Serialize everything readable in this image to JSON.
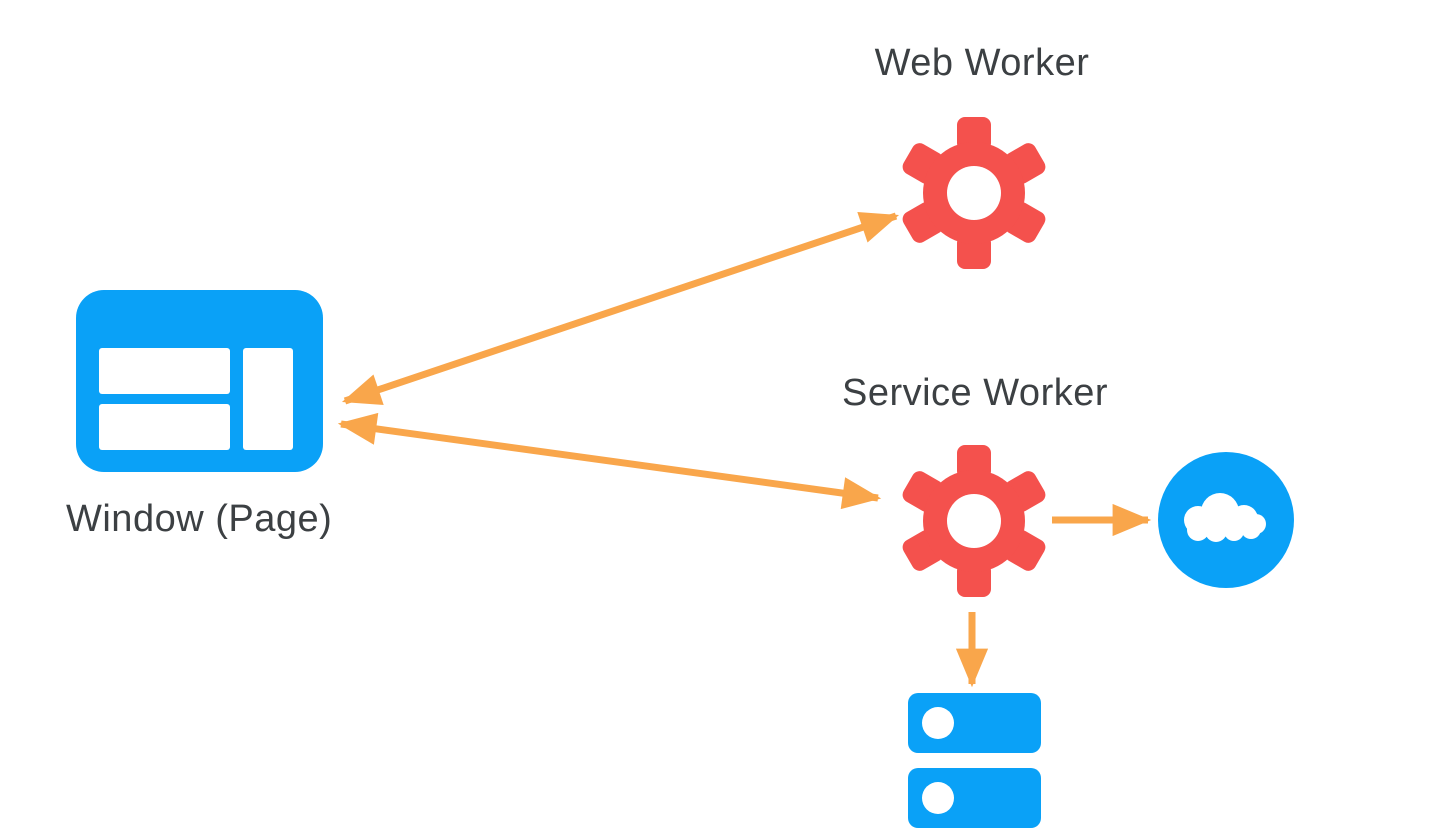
{
  "diagram": {
    "description": "Browser window communicating with a Web Worker and a Service Worker; the Service Worker talks to the network (cloud) and to cache storage",
    "nodes": {
      "window_page": {
        "label": "Window (Page)",
        "icon": "browser-window-icon"
      },
      "web_worker": {
        "label": "Web Worker",
        "icon": "gear-icon"
      },
      "service_worker": {
        "label": "Service Worker",
        "icon": "gear-icon"
      },
      "network": {
        "label": "",
        "icon": "cloud-icon"
      },
      "cache_storage": {
        "label": "",
        "icon": "database-stack-icon"
      }
    },
    "edges": [
      {
        "from": "window_page",
        "to": "web_worker",
        "bidirectional": true
      },
      {
        "from": "window_page",
        "to": "service_worker",
        "bidirectional": true
      },
      {
        "from": "service_worker",
        "to": "network",
        "bidirectional": false
      },
      {
        "from": "service_worker",
        "to": "cache_storage",
        "bidirectional": false
      }
    ]
  },
  "colors": {
    "blue": "#0aa1f7",
    "red": "#f4514d",
    "orange": "#f9a64b",
    "text": "#3c4043",
    "background": "#ffffff"
  }
}
